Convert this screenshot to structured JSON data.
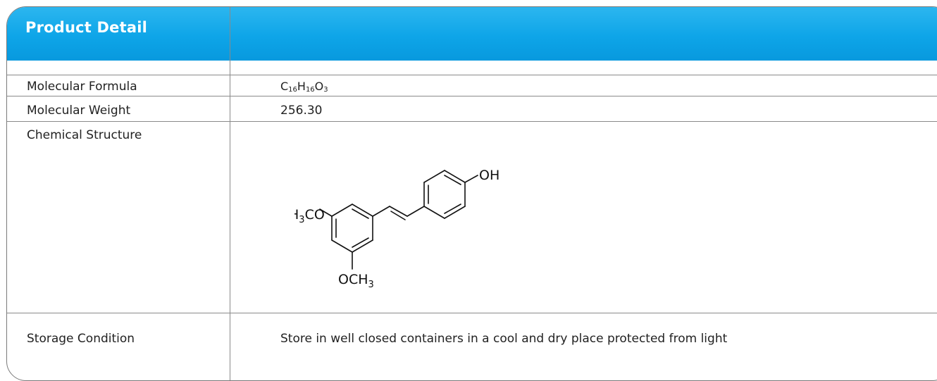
{
  "header": {
    "title": "Product Detail"
  },
  "rows": {
    "formula": {
      "label": "Molecular Formula",
      "value": {
        "c": "C",
        "c_sub": "16",
        "h": "H",
        "h_sub": "16",
        "o": "O",
        "o_sub": "3"
      }
    },
    "weight": {
      "label": "Molecular Weight",
      "value": "256.30"
    },
    "structure": {
      "label": "Chemical Structure",
      "atoms": {
        "oh": "OH",
        "left_group": "H",
        "left_sub": "3",
        "left_rest": "CO",
        "bottom_group": "OCH",
        "bottom_sub": "3"
      }
    },
    "storage": {
      "label": "Storage Condition",
      "value": "Store in well closed containers in a cool and dry place protected from light"
    }
  },
  "colors": {
    "header": "#0ea5e8",
    "border": "#7a7a7a",
    "grid": "#8a8a8a"
  }
}
